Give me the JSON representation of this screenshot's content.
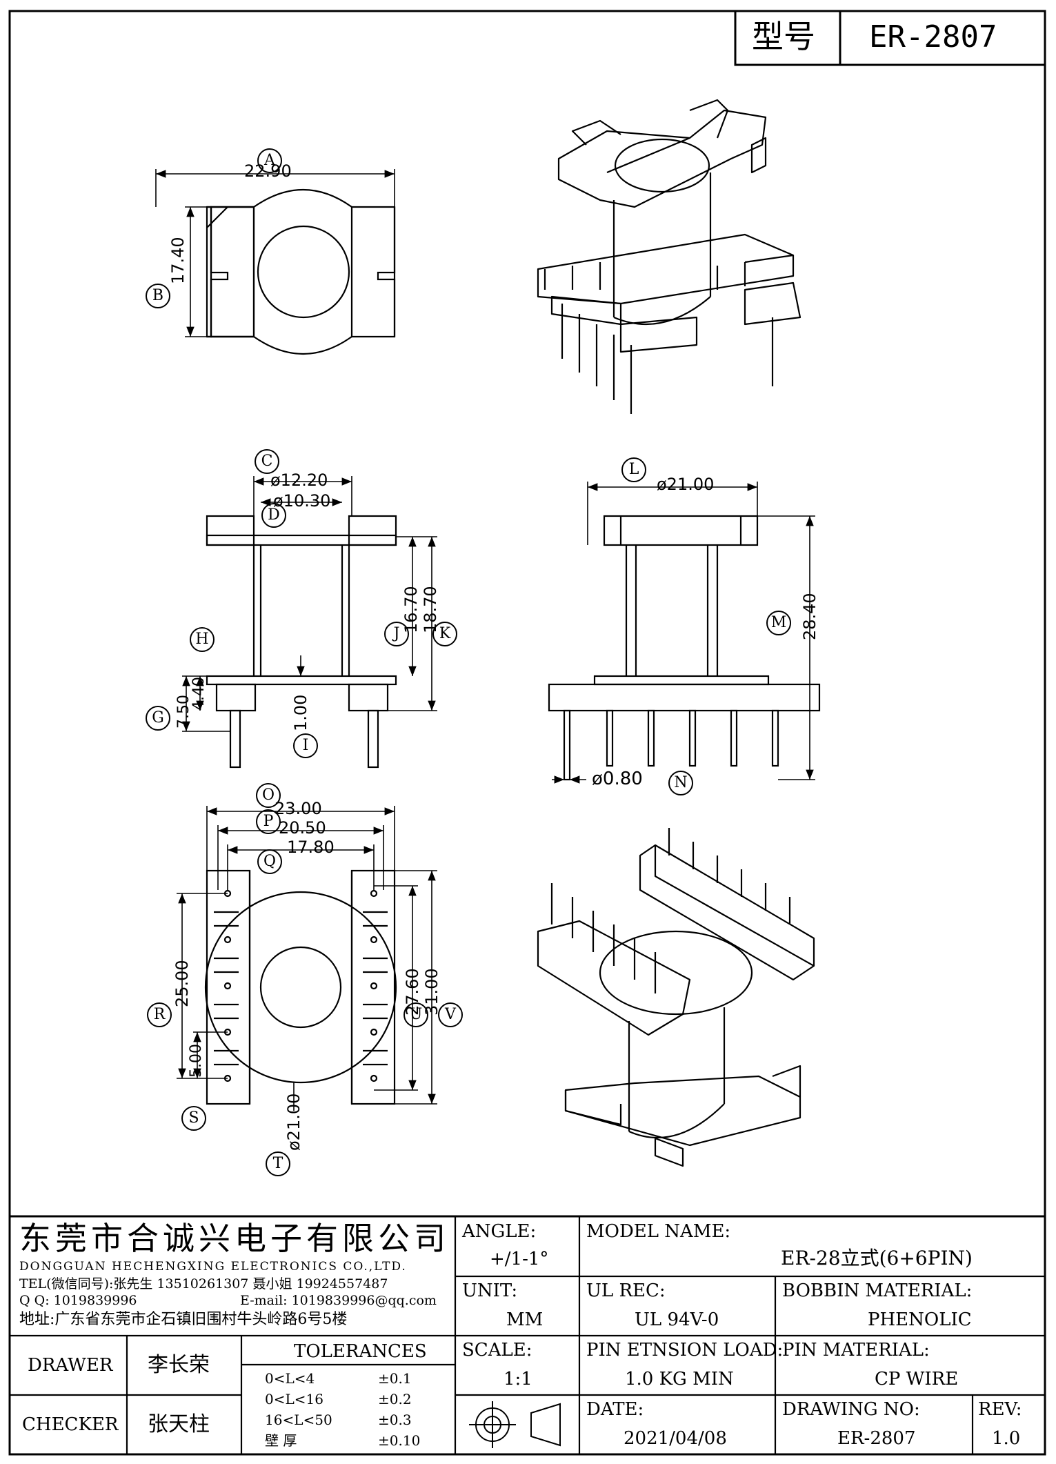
{
  "model_box": {
    "label": "型号",
    "value": "ER-2807"
  },
  "dims": {
    "A": "22.90",
    "B": "17.40",
    "C": "ø12.20",
    "D": "ø10.30",
    "J": "16.70",
    "K": "18.70",
    "H": "4.40",
    "G": "7.50",
    "I": "1.00",
    "L": "ø21.00",
    "M": "28.40",
    "N": "ø0.80",
    "O": "23.00",
    "P": "20.50",
    "Q": "17.80",
    "R": "25.00",
    "S": "5.00",
    "U": "27.60",
    "V": "31.00",
    "T": "ø21.00"
  },
  "callouts": [
    "A",
    "B",
    "C",
    "D",
    "H",
    "G",
    "I",
    "J",
    "K",
    "L",
    "M",
    "N",
    "O",
    "P",
    "Q",
    "R",
    "S",
    "T",
    "U",
    "V"
  ],
  "company": {
    "name_cn": "东莞市合诚兴电子有限公司",
    "name_en": "DONGGUAN HECHENGXING ELECTRONICS CO.,LTD.",
    "tel": "TEL(微信同号):张先生 13510261307 聂小姐 19924557487",
    "qq": "Q Q: 1019839996",
    "email": "E-mail: 1019839996@qq.com",
    "address": "地址:广东省东莞市企石镇旧围村牛头岭路6号5楼"
  },
  "title_block": {
    "angle_label": "ANGLE:",
    "angle_value": "+/1-1°",
    "unit_label": "UNIT:",
    "unit_value": "MM",
    "scale_label": "SCALE:",
    "scale_value": "1:1",
    "model_label": "MODEL NAME:",
    "model_value": "ER-28立式(6+6PIN)",
    "ul_label": "UL REC:",
    "ul_value": "UL 94V-0",
    "bobbin_label": "BOBBIN MATERIAL:",
    "bobbin_value": "PHENOLIC",
    "pin_load_label": "PIN ETNSION LOAD:",
    "pin_load_value": "1.0 KG MIN",
    "pin_mat_label": "PIN MATERIAL:",
    "pin_mat_value": "CP WIRE",
    "date_label": "DATE:",
    "date_value": "2021/04/08",
    "drawing_label": "DRAWING NO:",
    "drawing_value": "ER-2807",
    "rev_label": "REV:",
    "rev_value": "1.0",
    "drawer_label": "DRAWER",
    "drawer_value": "李长荣",
    "checker_label": "CHECKER",
    "checker_value": "张天柱",
    "tol_label": "TOLERANCES",
    "tolerances": [
      {
        "range": "0<L<4",
        "tol": "±0.1"
      },
      {
        "range": "0<L<16",
        "tol": "±0.2"
      },
      {
        "range": "16<L<50",
        "tol": "±0.3"
      },
      {
        "range": "壁  厚",
        "tol": "±0.10"
      }
    ]
  }
}
